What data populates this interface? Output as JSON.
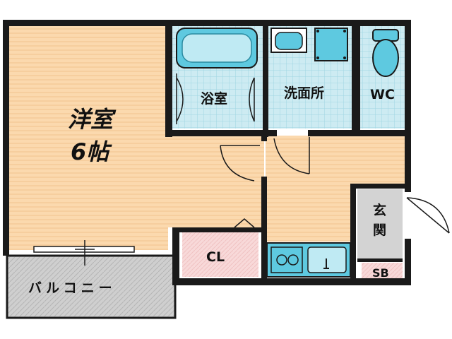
{
  "plan": {
    "rooms": {
      "western_room_line1": "洋室",
      "western_room_line2": "6帖",
      "bathroom": "浴室",
      "washroom": "洗面所",
      "wc": "WC",
      "closet": "CL",
      "entrance_char1": "玄",
      "entrance_char2": "関",
      "shoe_box": "SB",
      "balcony": "バルコニー"
    },
    "colors": {
      "wall": "#1a1a1a",
      "flooring": "#fbd9ae",
      "flooring_stripe": "#f1c48e",
      "wet_area": "#cdebf2",
      "wet_grid": "#9fd6e2",
      "fixture": "#5ec9e0",
      "closet": "#f8d9d9",
      "entrance": "#d3d3d3",
      "balcony": "#c9c9c9"
    }
  }
}
